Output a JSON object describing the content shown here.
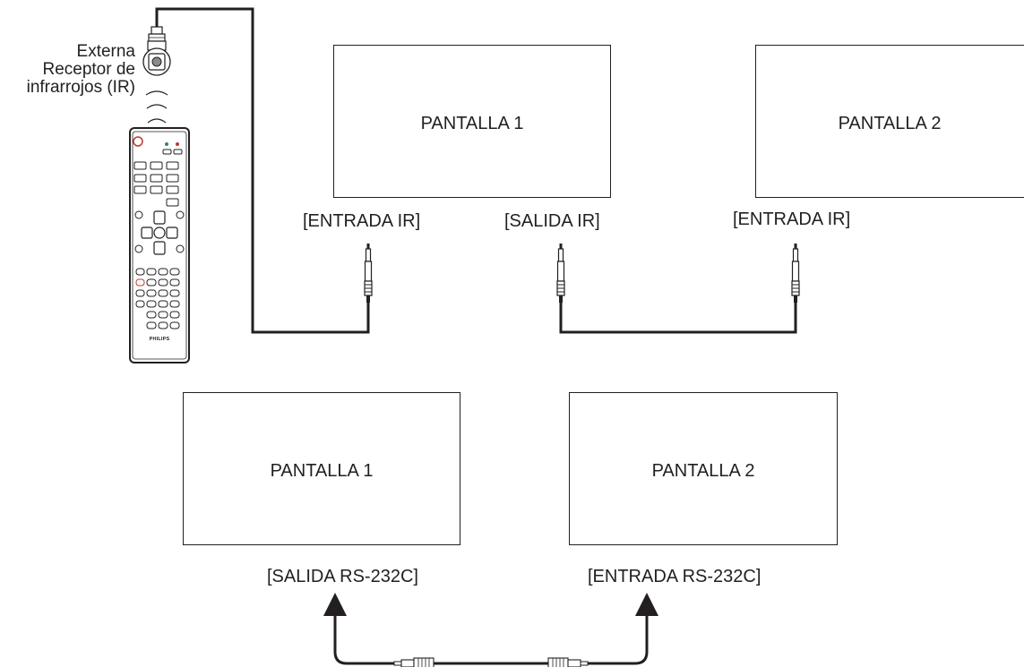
{
  "ir_receiver": {
    "label_lines": [
      "Externa",
      "Receptor de",
      "infrarrojos (IR)"
    ]
  },
  "remote": {
    "brand": "PHILIPS"
  },
  "top_section": {
    "display_1": "PANTALLA 1",
    "display_2": "PANTALLA 2",
    "port_in_1": "[ENTRADA IR]",
    "port_out_1": "[SALIDA IR]",
    "port_in_2": "[ENTRADA IR]"
  },
  "bottom_section": {
    "display_1": "PANTALLA 1",
    "display_2": "PANTALLA 2",
    "port_out_1": "[SALIDA RS-232C]",
    "port_in_2": "[ENTRADA RS-232C]"
  },
  "colors": {
    "line": "#231f20",
    "background": "#ffffff"
  }
}
